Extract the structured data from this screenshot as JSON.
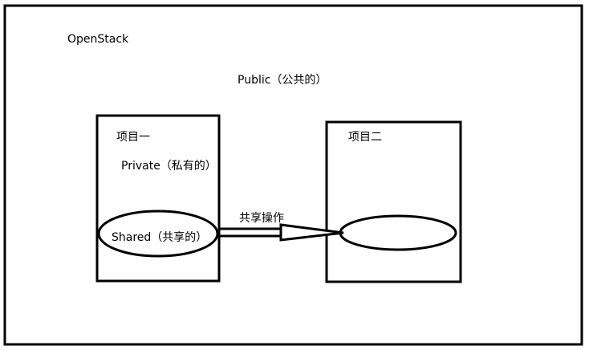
{
  "diagram": {
    "outer_label": "OpenStack",
    "public_label": "Public（公共的）",
    "project_one": {
      "title": "项目一",
      "private_label": "Private（私有的）",
      "shared_label": "Shared（共享的）"
    },
    "project_two": {
      "title": "项目二"
    },
    "share_operation_label": "共享操作"
  },
  "colors": {
    "stroke": "#000000",
    "background": "#ffffff"
  }
}
